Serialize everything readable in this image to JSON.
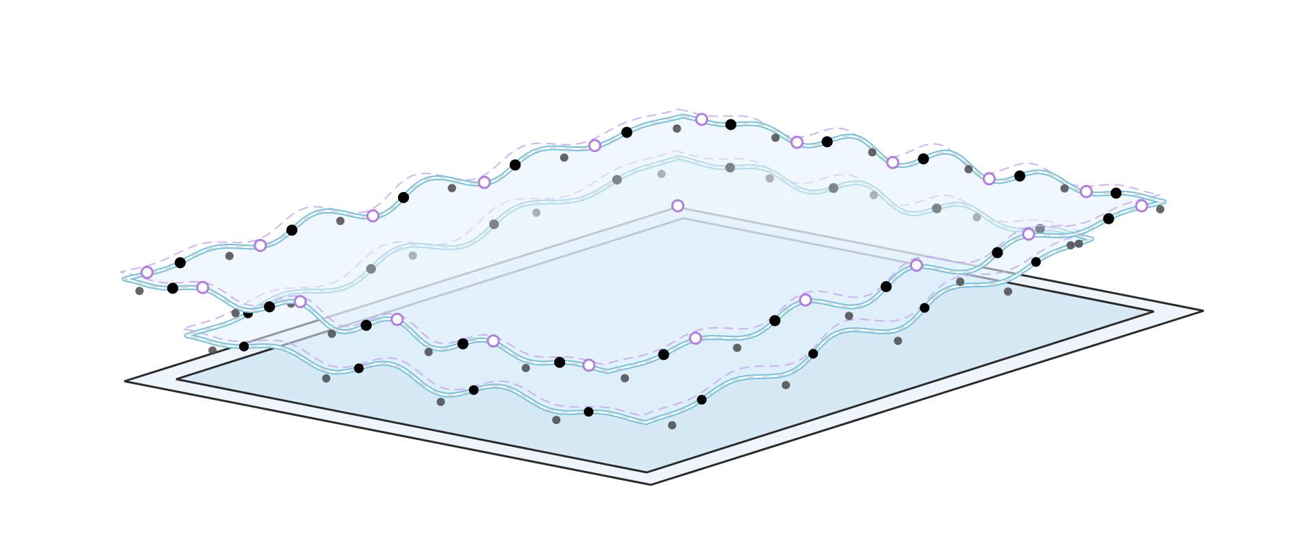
{
  "diagram": {
    "kind": "isometric-layered-wavy-boundary",
    "text": [],
    "rings": [
      {
        "name": "outer-ring",
        "waves_per_side": 5,
        "black_nodes_per_side": 5,
        "hollow_nodes_per_side": 5
      },
      {
        "name": "inner-ring",
        "waves_per_side": 4,
        "black_nodes_per_side": 4,
        "hollow_nodes_per_side": 0
      }
    ],
    "plates": [
      "outer-plate",
      "inner-plate"
    ],
    "colors": {
      "background": "#ffffff",
      "plate_fill_outer": "#eef6fc",
      "plate_fill_inner": "#d6eaf6",
      "plate_stroke": "#2b2b2b",
      "ring_fill": "#e6f2fb",
      "tube_outer": "#6ec1df",
      "tube_inner": "#ffffff",
      "tube_core": "#e1a87a",
      "dashed_violet": "#c4a7f2",
      "node_black": "#000000",
      "node_grey": "#4a4a4a",
      "node_hollow": "#b27ce0"
    }
  }
}
